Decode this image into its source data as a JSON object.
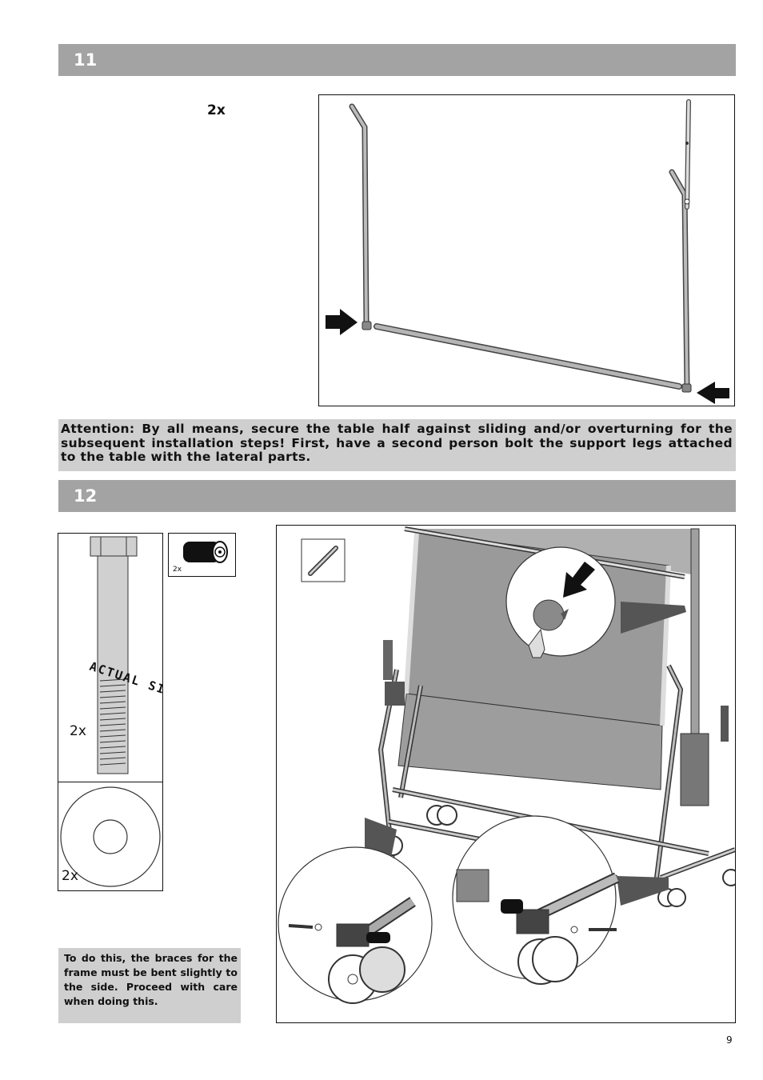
{
  "step11": {
    "number": "11",
    "quantity": "2x"
  },
  "attention_text": "Attention: By all means, secure the table half against sliding and/or overturning for the subsequent installation steps! First, have a second person bolt the support legs attached to the table with the lateral parts.",
  "step12": {
    "number": "12",
    "bolt_quantity": "2x",
    "washer_quantity": "2x",
    "cap_quantity": "2x",
    "actual_size_label": "ACTUAL SIZE",
    "note_text": "To do this, the braces for the frame must be bent slightly to the side. Proceed with care when doing this."
  },
  "page_number": "9"
}
